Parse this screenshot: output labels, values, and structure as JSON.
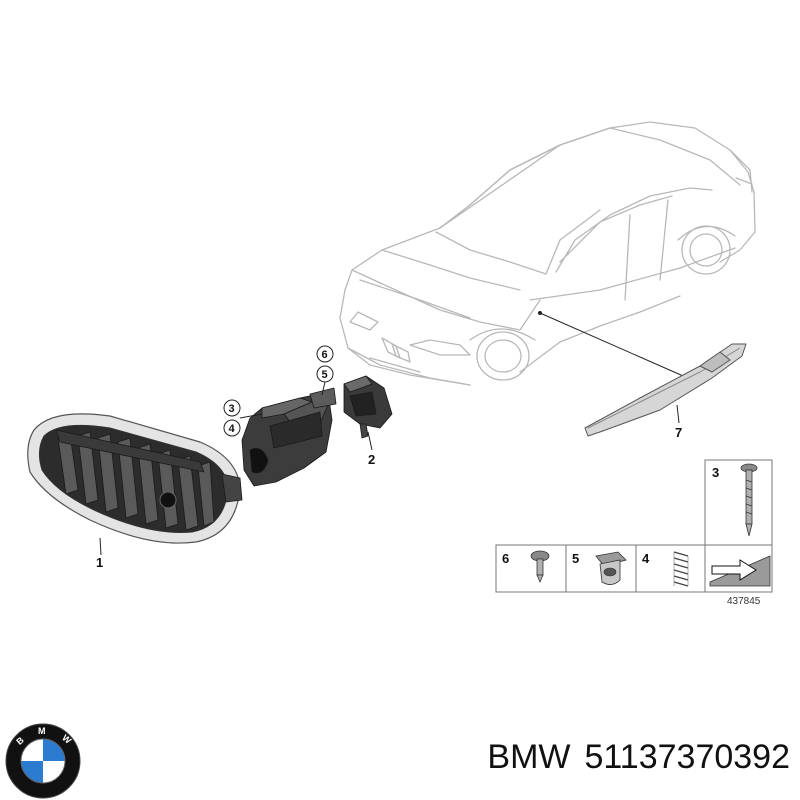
{
  "diagram": {
    "callouts": {
      "grille": "1",
      "bracket": "2",
      "screw_circle": "3",
      "spring_circle": "4",
      "nut_circle": "5",
      "rivet_circle": "6",
      "trim_strip": "7"
    },
    "legend": {
      "screw": "3",
      "rivet": "6",
      "nut": "5",
      "spring": "4"
    },
    "reference_number": "437845"
  },
  "caption": {
    "brand": "BMW",
    "part_number": "51137370392"
  },
  "logo": {
    "letters": "BMW",
    "colors": {
      "ring": "#111111",
      "blue": "#2b7bd0",
      "white": "#ffffff"
    }
  }
}
